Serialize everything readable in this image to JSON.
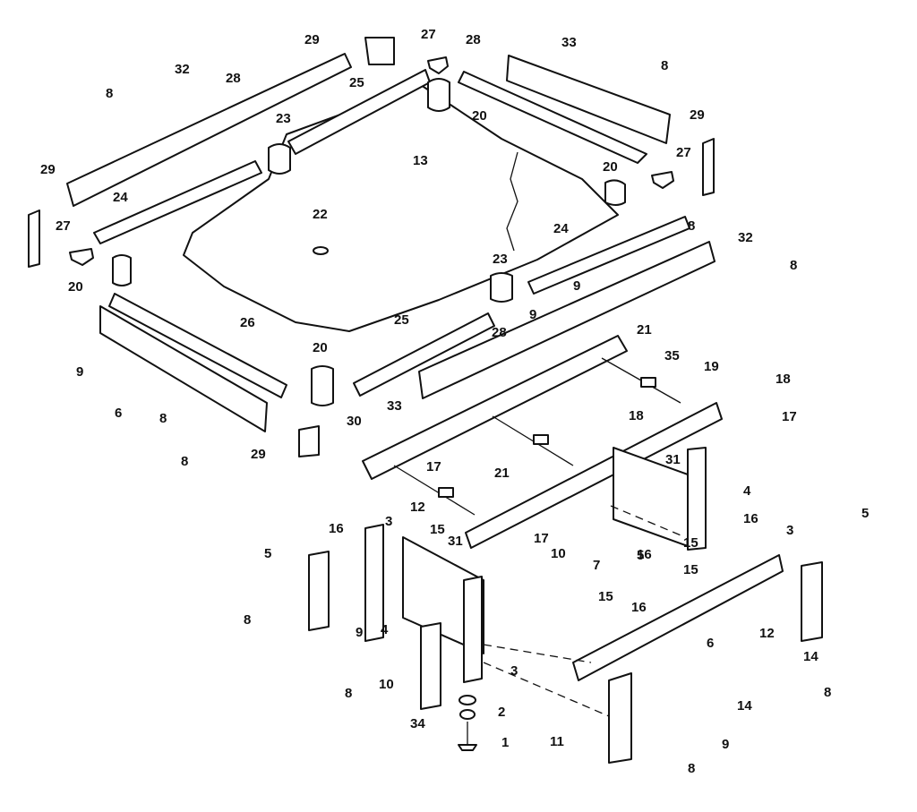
{
  "callouts": [
    "29",
    "27",
    "28",
    "33",
    "32",
    "8",
    "25",
    "20",
    "28",
    "23",
    "8",
    "29",
    "27",
    "13",
    "20",
    "29",
    "24",
    "22",
    "24",
    "8",
    "32",
    "27",
    "20",
    "9",
    "8",
    "23",
    "9",
    "28",
    "9",
    "26",
    "25",
    "20",
    "21",
    "35",
    "19",
    "18",
    "6",
    "8",
    "33",
    "18",
    "30",
    "17",
    "8",
    "29",
    "17",
    "21",
    "31",
    "4",
    "3",
    "12",
    "16",
    "15",
    "16",
    "3",
    "31",
    "17",
    "10",
    "15",
    "16",
    "5",
    "8",
    "7",
    "15",
    "5",
    "15",
    "16",
    "9",
    "5",
    "4",
    "6",
    "12",
    "14",
    "3",
    "8",
    "10",
    "8",
    "34",
    "2",
    "1",
    "11",
    "9",
    "14",
    "8"
  ]
}
